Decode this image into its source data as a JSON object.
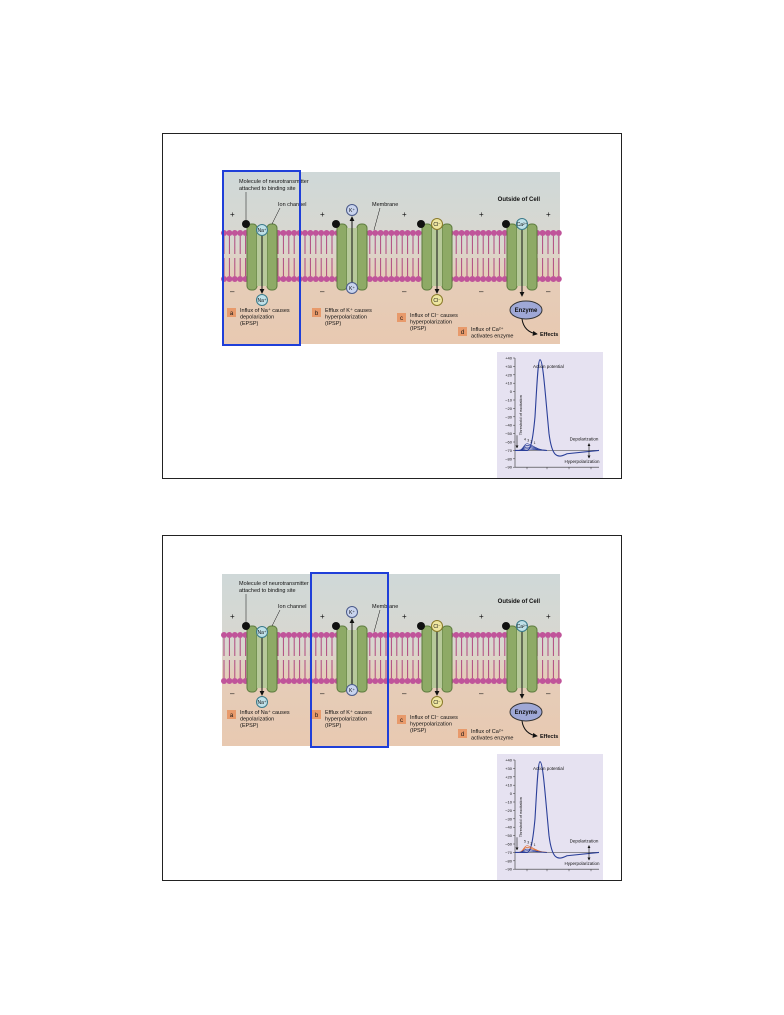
{
  "slides": [
    {
      "id": "slide-1",
      "highlight": "a",
      "diagram": {
        "outside_label": "Outside of Cell",
        "callouts": {
          "neurotransmitter": [
            "Molecule of neurotransmitter",
            "attached to binding site"
          ],
          "ion_channel": "Ion channel",
          "membrane": "Membrane"
        },
        "ions": {
          "na": "Na⁺",
          "k": "K⁺",
          "cl": "Cl⁻",
          "ca": "Ca²⁺"
        },
        "enzyme": "Enzyme",
        "effects": "Effects",
        "panels": [
          {
            "letter": "a",
            "lines": [
              "Influx of Na⁺ causes",
              "depolarization",
              "(EPSP)"
            ]
          },
          {
            "letter": "b",
            "lines": [
              "Efflux of K⁺ causes",
              "hyperpolarization",
              "(IPSP)"
            ]
          },
          {
            "letter": "c",
            "lines": [
              "Influx of Cl⁻ causes",
              "hyperpolarization",
              "(IPSP)"
            ]
          },
          {
            "letter": "d",
            "lines": [
              "Influx of Ca²⁺",
              "activates enzyme"
            ]
          }
        ]
      },
      "graph": {
        "y_ticks": [
          "+40",
          "+30",
          "+20",
          "+10",
          "0",
          "−10",
          "−20",
          "−30",
          "−40",
          "−50",
          "−60",
          "−70",
          "−80",
          "−90"
        ],
        "threshold_label": "Threshold of excitation",
        "action_potential": "Action potential",
        "depolarization": "Depolarization",
        "hyperpolarization": "Hyperpolarization",
        "small_labels": [
          "4",
          "3",
          "2",
          "1"
        ]
      }
    },
    {
      "id": "slide-2",
      "highlight": "b",
      "diagram": {
        "outside_label": "Outside of Cell",
        "callouts": {
          "neurotransmitter": [
            "Molecule of neurotransmitter",
            "attached to binding site"
          ],
          "ion_channel": "Ion channel",
          "membrane": "Membrane"
        },
        "ions": {
          "na": "Na⁺",
          "k": "K⁺",
          "cl": "Cl⁻",
          "ca": "Ca²⁺"
        },
        "enzyme": "Enzyme",
        "effects": "Effects",
        "panels": [
          {
            "letter": "a",
            "lines": [
              "Influx of Na⁺ causes",
              "depolarization",
              "(EPSP)"
            ]
          },
          {
            "letter": "b",
            "lines": [
              "Efflux of K⁺ causes",
              "hyperpolarization",
              "(IPSP)"
            ]
          },
          {
            "letter": "c",
            "lines": [
              "Influx of Cl⁻ causes",
              "hyperpolarization",
              "(IPSP)"
            ]
          },
          {
            "letter": "d",
            "lines": [
              "Influx of Ca²⁺",
              "activates enzyme"
            ]
          }
        ]
      },
      "graph": {
        "y_ticks": [
          "+40",
          "+30",
          "+20",
          "+10",
          "0",
          "−10",
          "−20",
          "−30",
          "−40",
          "−50",
          "−60",
          "−70",
          "−80",
          "−90"
        ],
        "threshold_label": "Threshold of excitation",
        "action_potential": "Action potential",
        "depolarization": "Depolarization",
        "hyperpolarization": "Hyperpolarization",
        "small_labels": [
          "5",
          "3",
          "2",
          "1"
        ]
      }
    }
  ]
}
